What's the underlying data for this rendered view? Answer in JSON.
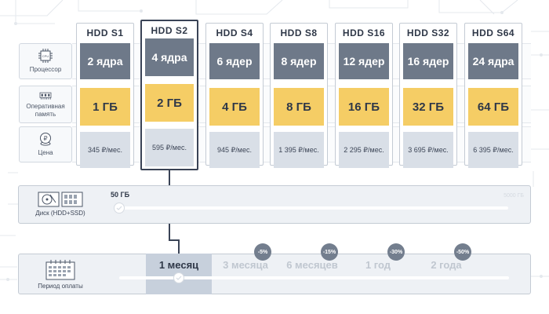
{
  "row_labels": {
    "cpu": "Процессор",
    "ram_line1": "Оперативная",
    "ram_line2": "память",
    "price": "Цена",
    "cpu_icon_text": "CPU",
    "price_icon_text": "₽"
  },
  "plans": [
    {
      "name": "HDD S1",
      "cpu": "2 ядра",
      "ram": "1 ГБ",
      "price": "345 ₽/мес."
    },
    {
      "name": "HDD S2",
      "cpu": "4 ядра",
      "ram": "2 ГБ",
      "price": "595 ₽/мес."
    },
    {
      "name": "HDD S4",
      "cpu": "6 ядер",
      "ram": "4 ГБ",
      "price": "945 ₽/мес."
    },
    {
      "name": "HDD S8",
      "cpu": "8 ядер",
      "ram": "8 ГБ",
      "price": "1 395 ₽/мес."
    },
    {
      "name": "HDD S16",
      "cpu": "12 ядер",
      "ram": "16 ГБ",
      "price": "2 295 ₽/мес."
    },
    {
      "name": "HDD S32",
      "cpu": "16 ядер",
      "ram": "32 ГБ",
      "price": "3 695 ₽/мес."
    },
    {
      "name": "HDD S64",
      "cpu": "24 ядра",
      "ram": "64 ГБ",
      "price": "6 395 ₽/мес."
    }
  ],
  "selected_plan": "HDD S2",
  "disk": {
    "label": "Диск (HDD+SSD)",
    "value": "50 ГБ",
    "max": "5000 ГБ",
    "slider_level": 0
  },
  "period": {
    "label": "Период оплаты",
    "options": [
      {
        "label": "1 месяц",
        "discount": ""
      },
      {
        "label": "3 месяца",
        "discount": "-5%"
      },
      {
        "label": "6 месяцев",
        "discount": "-15%"
      },
      {
        "label": "1 год",
        "discount": "-30%"
      },
      {
        "label": "2 года",
        "discount": "-50%"
      }
    ],
    "selected": "1 месяц"
  },
  "colors": {
    "cpu_block": "#6e7989",
    "ram_block": "#f5cd65",
    "price_block": "#d9dfe7",
    "panel_bg": "#eef1f5",
    "accent_dark": "#3a4356"
  },
  "icons": [
    "cpu-chip-icon",
    "ram-module-icon",
    "ruble-coin-icon",
    "disk-drive-icon",
    "calendar-icon",
    "check-icon"
  ]
}
